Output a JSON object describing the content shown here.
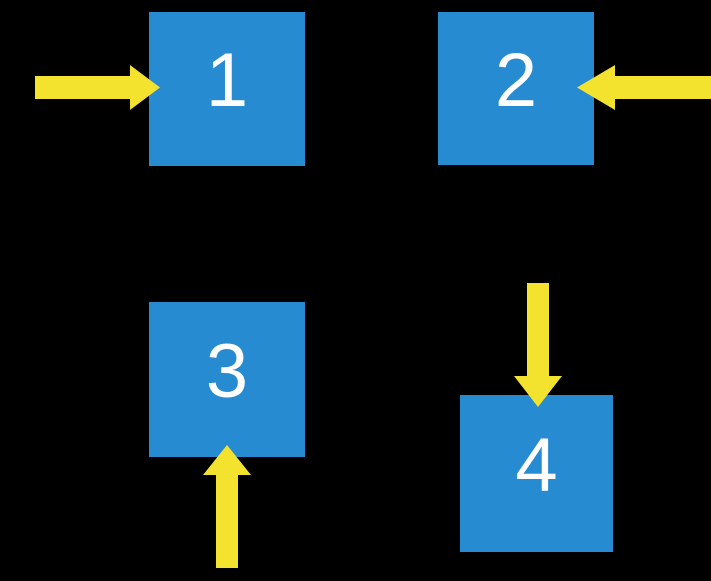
{
  "page": {
    "background": "#000000"
  },
  "colors": {
    "box_blue": "#278BD2",
    "arrow_yellow": "#F3E32E",
    "label_white": "#FFFFFF"
  },
  "boxes": [
    {
      "label": "1",
      "arrow": {
        "icon": "arrow-right-icon",
        "direction": "right",
        "points_at": "left side"
      }
    },
    {
      "label": "2",
      "arrow": {
        "icon": "arrow-left-icon",
        "direction": "left",
        "points_at": "right side"
      }
    },
    {
      "label": "3",
      "arrow": {
        "icon": "arrow-up-icon",
        "direction": "up",
        "points_at": "bottom side"
      }
    },
    {
      "label": "4",
      "arrow": {
        "icon": "arrow-down-icon",
        "direction": "down",
        "points_at": "top side"
      }
    }
  ]
}
